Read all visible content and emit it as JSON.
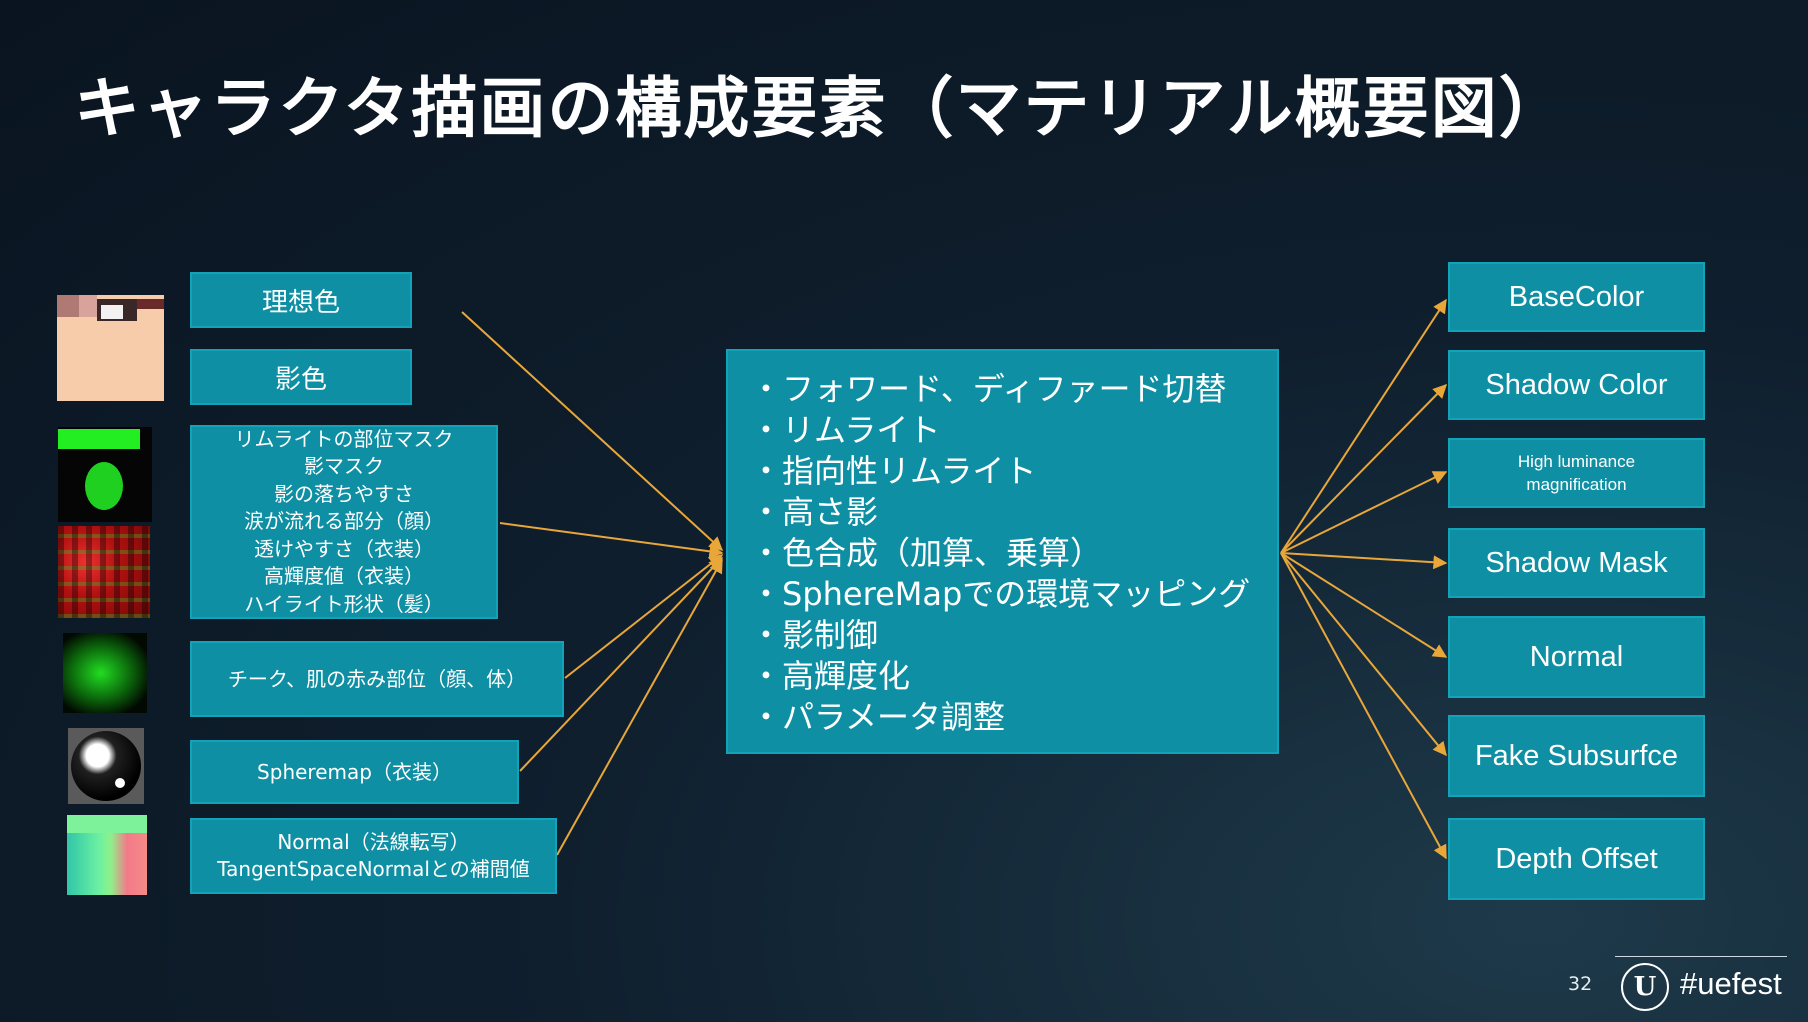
{
  "slide": {
    "title": "キャラクタ描画の構成要素（マテリアル概要図）",
    "page_number": "32",
    "hashtag": "#uefest",
    "logo_text": "U"
  },
  "inputs": [
    {
      "label": "理想色"
    },
    {
      "label": "影色"
    },
    {
      "lines": [
        "リムライトの部位マスク",
        "影マスク",
        "影の落ちやすさ",
        "涙が流れる部分（顔）",
        "透けやすさ（衣装）",
        "高輝度値（衣装）",
        "ハイライト形状（髪）"
      ]
    },
    {
      "label": "チーク、肌の赤み部位（顔、体）"
    },
    {
      "label": "Spheremap（衣装）"
    },
    {
      "lines": [
        "Normal（法線転写）",
        "TangentSpaceNormalとの補間値"
      ]
    }
  ],
  "center_items": [
    "フォワード、ディファード切替",
    "リムライト",
    "指向性リムライト",
    "高さ影",
    "色合成（加算、乗算）",
    "SphereMapでの環境マッピング",
    "影制御",
    "高輝度化",
    "パラメータ調整"
  ],
  "outputs": [
    {
      "label": "BaseColor"
    },
    {
      "label": "Shadow Color"
    },
    {
      "lines": [
        "High luminance",
        "magnification"
      ]
    },
    {
      "label": "Shadow Mask"
    },
    {
      "label": "Normal"
    },
    {
      "label": "Fake Subsurfce"
    },
    {
      "label": "Depth Offset"
    }
  ],
  "colors": {
    "box": "#0f8fa3",
    "arrow": "#e9a73a",
    "background": "#0f1f2e"
  }
}
